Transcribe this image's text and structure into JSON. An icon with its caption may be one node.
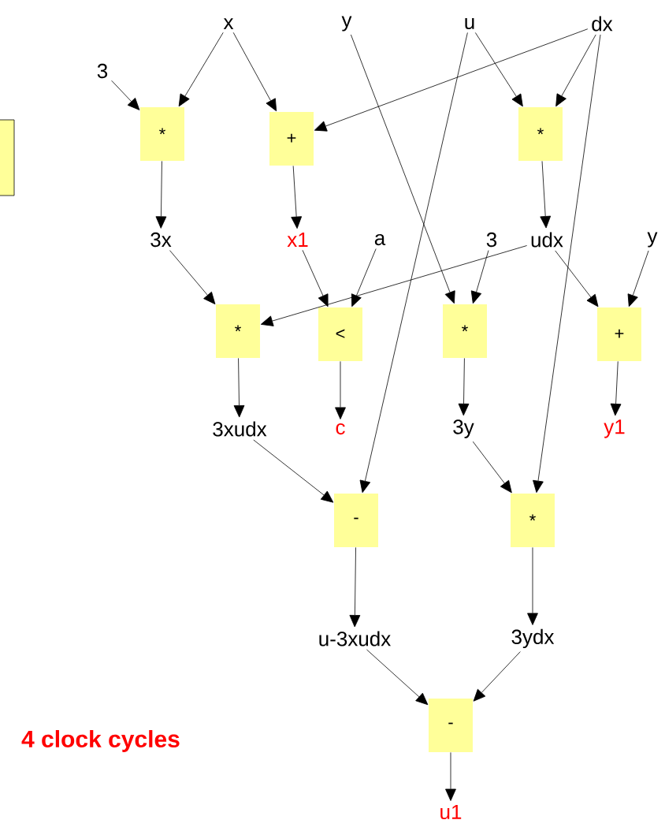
{
  "diagram": {
    "nodes": [
      {
        "text": [],
        "shape": "box"
      },
      {
        "text": [
          "x"
        ]
      },
      {
        "text": [
          "y"
        ]
      },
      {
        "text": [
          "u"
        ]
      },
      {
        "text": [
          "dx"
        ]
      },
      {
        "text": [
          "3"
        ]
      },
      {
        "text": [
          "*"
        ]
      },
      {
        "text": [
          "+"
        ]
      },
      {
        "text": [
          "*"
        ]
      },
      {
        "text": [
          "3x"
        ]
      },
      {
        "text": [
          "x1"
        ]
      },
      {
        "text": [
          "a"
        ]
      },
      {
        "text": [
          "3"
        ]
      },
      {
        "text": [
          "udx"
        ]
      },
      {
        "text": [
          "y"
        ]
      },
      {
        "text": [
          "*"
        ]
      },
      {
        "text": [
          "<"
        ]
      },
      {
        "text": [
          "*"
        ]
      },
      {
        "text": [
          "+"
        ]
      },
      {
        "text": [
          "3xudx"
        ]
      },
      {
        "text": [
          "c"
        ]
      },
      {
        "text": [
          "3y"
        ]
      },
      {
        "text": [
          "y1"
        ]
      },
      {
        "text": [
          "-"
        ]
      },
      {
        "text": [
          "*"
        ]
      },
      {
        "text": [
          "u-3xudx"
        ]
      },
      {
        "text": [
          "3ydx"
        ]
      },
      {
        "text": [
          "-"
        ]
      },
      {
        "text": [
          "u1"
        ]
      }
    ],
    "edges": [
      {
        "from": 5,
        "to": 6,
        "arrow": "to"
      },
      {
        "from": 1,
        "to": 6,
        "arrow": "to"
      },
      {
        "from": 1,
        "to": 7,
        "arrow": "to"
      },
      {
        "from": 4,
        "to": 7,
        "arrow": "to"
      },
      {
        "from": 3,
        "to": 8,
        "arrow": "to"
      },
      {
        "from": 4,
        "to": 8,
        "arrow": "to"
      },
      {
        "from": 6,
        "to": 9,
        "arrow": "to"
      },
      {
        "from": 7,
        "to": 10,
        "arrow": "to"
      },
      {
        "from": 8,
        "to": 13,
        "arrow": "to"
      },
      {
        "from": 9,
        "to": 15,
        "arrow": "to"
      },
      {
        "from": 13,
        "to": 15,
        "arrow": "to"
      },
      {
        "from": 10,
        "to": 16,
        "arrow": "to"
      },
      {
        "from": 11,
        "to": 16,
        "arrow": "to"
      },
      {
        "from": 2,
        "to": 17,
        "arrow": "to"
      },
      {
        "from": 12,
        "to": 17,
        "arrow": "to"
      },
      {
        "from": 13,
        "to": 18,
        "arrow": "to"
      },
      {
        "from": 14,
        "to": 18,
        "arrow": "to"
      },
      {
        "from": 15,
        "to": 19,
        "arrow": "to"
      },
      {
        "from": 16,
        "to": 20,
        "arrow": "to"
      },
      {
        "from": 17,
        "to": 21,
        "arrow": "to"
      },
      {
        "from": 18,
        "to": 22,
        "arrow": "to"
      },
      {
        "from": 19,
        "to": 23,
        "arrow": "to"
      },
      {
        "from": 3,
        "to": 23,
        "arrow": "to"
      },
      {
        "from": 21,
        "to": 24,
        "arrow": "to"
      },
      {
        "from": 4,
        "to": 24,
        "arrow": "to"
      },
      {
        "from": 23,
        "to": 25,
        "arrow": "to"
      },
      {
        "from": 24,
        "to": 26,
        "arrow": "to"
      },
      {
        "from": 25,
        "to": 27,
        "arrow": "to"
      },
      {
        "from": 26,
        "to": 27,
        "arrow": "to"
      },
      {
        "from": 27,
        "to": 28,
        "arrow": "to"
      }
    ],
    "labels": [
      "4 clock cycles"
    ]
  }
}
